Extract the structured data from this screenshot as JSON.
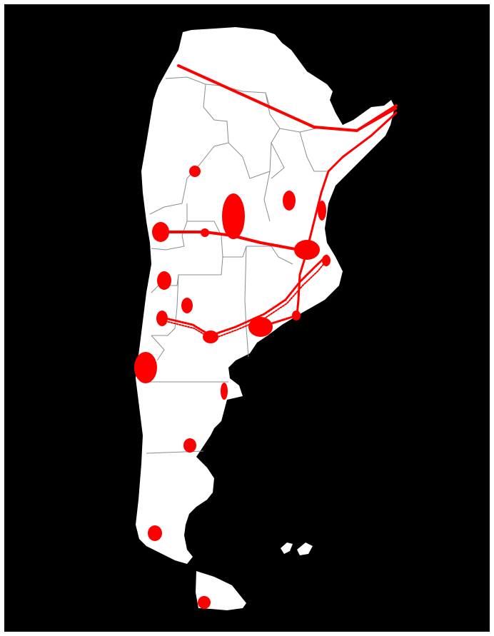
{
  "colors": {
    "background": "#000000",
    "land": "#ffffff",
    "province_border": "#8c8c8c",
    "marker": "#ff0000",
    "route": "#ff0000"
  },
  "legend": null,
  "title": "",
  "map_elements": {
    "country": "argentina-outline",
    "markers": "red-ellipse-markers",
    "routes": "red-line-routes",
    "islands": "malvinas-islands"
  }
}
